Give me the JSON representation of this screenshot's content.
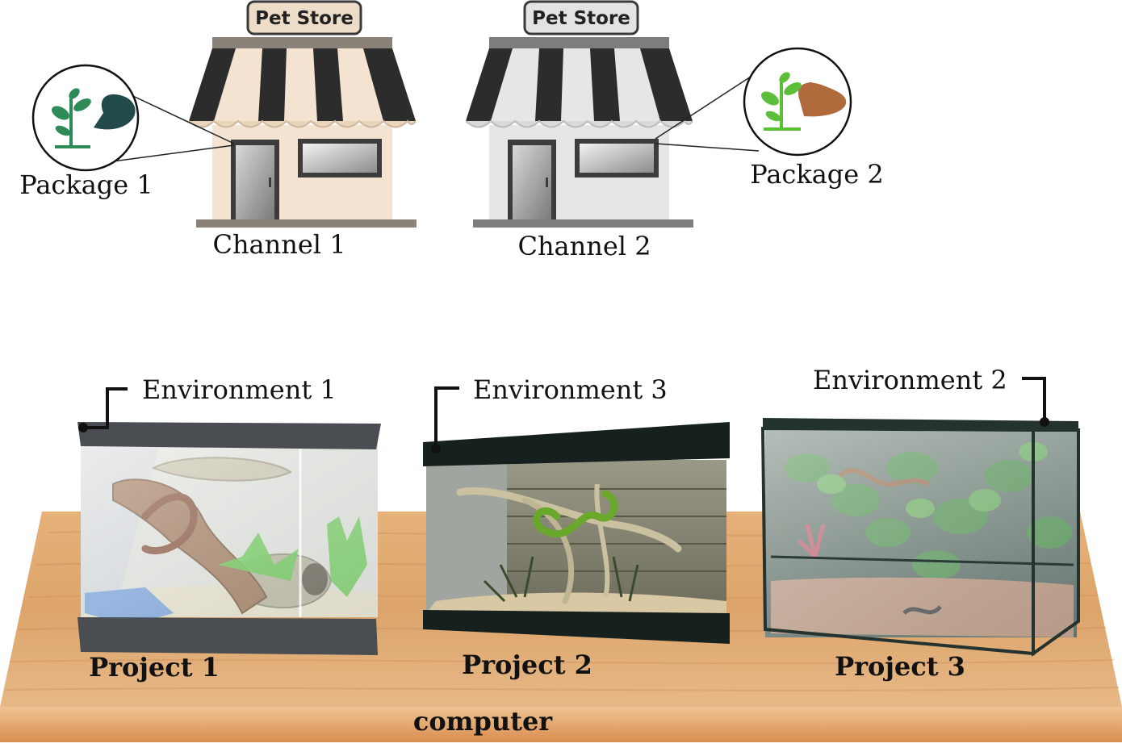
{
  "stores": [
    {
      "sign": "Pet Store",
      "channel": "Channel 1",
      "package": "Package 1",
      "package_icon": "plant-rodent-icon",
      "theme": "warm"
    },
    {
      "sign": "Pet Store",
      "channel": "Channel 2",
      "package": "Package 2",
      "package_icon": "plant-rodent-icon",
      "theme": "gray"
    }
  ],
  "environments": [
    {
      "label": "Environment 1",
      "project": "Project 1",
      "habitat": "desert-terrarium"
    },
    {
      "label": "Environment 3",
      "project": "Project 2",
      "habitat": "wood-terrarium"
    },
    {
      "label": "Environment 2",
      "project": "Project 3",
      "habitat": "jungle-terrarium"
    }
  ],
  "base": {
    "label": "computer"
  },
  "colors": {
    "store_warm": "#f3e3d0",
    "store_gray": "#e6e6e6",
    "awning_dark": "#2c2c2c",
    "table": "#e8b37a",
    "package1_plant": "#2e8b57",
    "package1_animal": "#234a4a",
    "package2_plant": "#5cbf3a",
    "package2_animal": "#b06a3b"
  }
}
